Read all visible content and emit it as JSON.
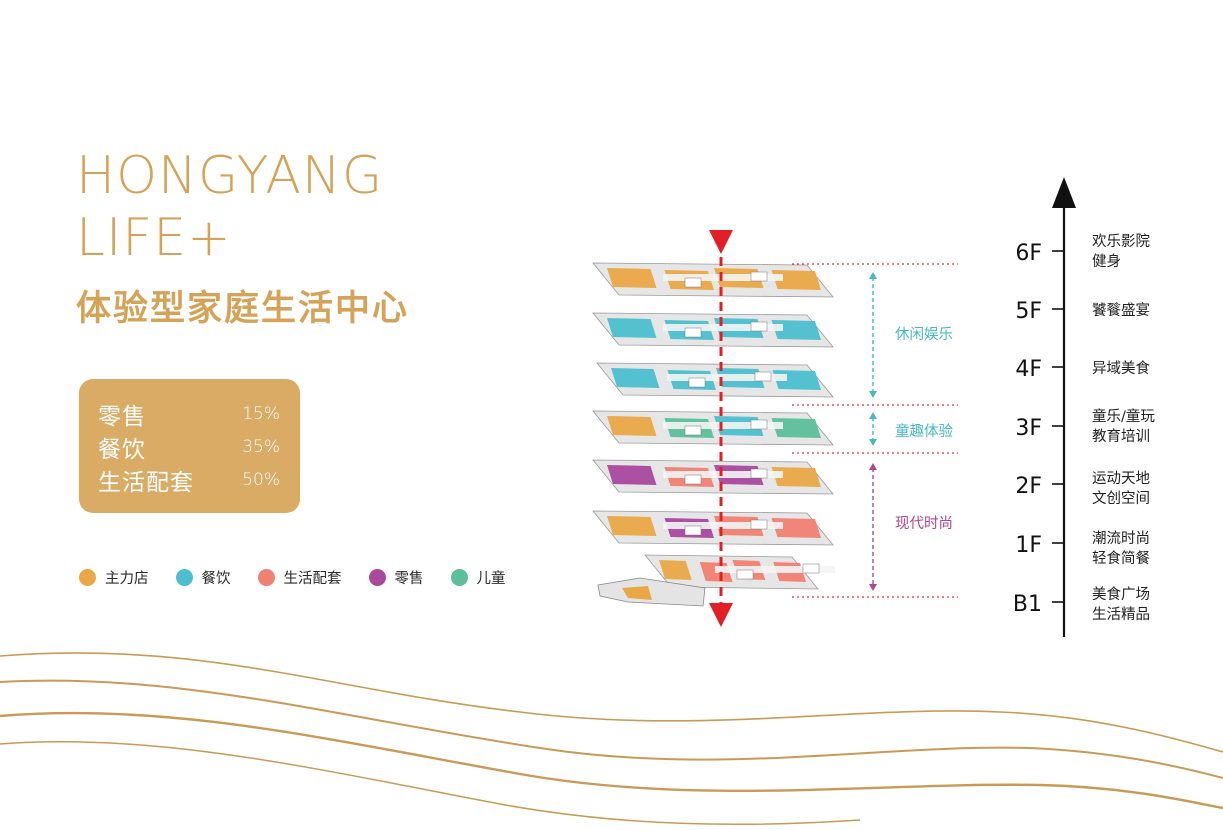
{
  "brand": {
    "line1": "HONGYANG",
    "line2": "LIFE+",
    "tagline": "体验型家庭生活中心"
  },
  "mix": [
    {
      "label": "零售",
      "value": "15%"
    },
    {
      "label": "餐饮",
      "value": "35%"
    },
    {
      "label": "生活配套",
      "value": "50%"
    }
  ],
  "legend": [
    {
      "label": "主力店",
      "color": "#e9a845"
    },
    {
      "label": "餐饮",
      "color": "#4bbfce"
    },
    {
      "label": "生活配套",
      "color": "#f08072"
    },
    {
      "label": "零售",
      "color": "#a9489d"
    },
    {
      "label": "儿童",
      "color": "#5bbf9a"
    }
  ],
  "zones": [
    {
      "label": "休闲娱乐",
      "color": "#45b8c4"
    },
    {
      "label": "童趣体验",
      "color": "#45b8c4"
    },
    {
      "label": "现代时尚",
      "color": "#b2478f"
    }
  ],
  "floors": [
    {
      "level": "6F",
      "desc": [
        "欢乐影院",
        "健身"
      ]
    },
    {
      "level": "5F",
      "desc": [
        "饕餮盛宴"
      ]
    },
    {
      "level": "4F",
      "desc": [
        "异域美食"
      ]
    },
    {
      "level": "3F",
      "desc": [
        "童乐/童玩",
        "教育培训"
      ]
    },
    {
      "level": "2F",
      "desc": [
        "运动天地",
        "文创空间"
      ]
    },
    {
      "level": "1F",
      "desc": [
        "潮流时尚",
        "轻食简餐"
      ]
    },
    {
      "level": "B1",
      "desc": [
        "美食广场",
        "生活精品"
      ]
    }
  ],
  "colors": {
    "gold": "#d4a358",
    "box": "#d9ab65",
    "arrow_red": "#e01f26",
    "guide_red": "#e0314a",
    "axis": "#111111"
  }
}
